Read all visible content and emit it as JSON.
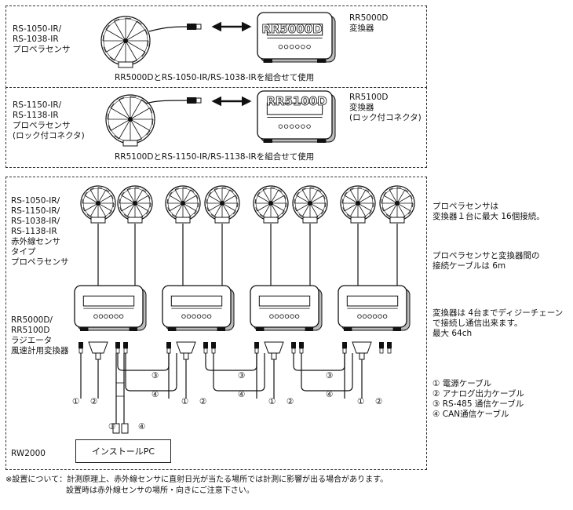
{
  "panel1": {
    "sensor_lines": [
      "RS-1050-IR/",
      "RS-1038-IR",
      "プロペラセンサ"
    ],
    "device_display": "RR5000D",
    "device_lines": [
      "RR5000D",
      "変換器"
    ],
    "caption": "RR5000DとRS-1050-IR/RS-1038-IRを組合せて使用"
  },
  "panel2": {
    "sensor_lines": [
      "RS-1150-IR/",
      "RS-1138-IR",
      "プロペラセンサ",
      "(ロック付コネクタ)"
    ],
    "device_display": "RR5100D",
    "device_lines": [
      "RR5100D",
      "変換器",
      "(ロック付コネクタ)"
    ],
    "caption": "RR5100DとRS-1150-IR/RS-1138-IRを組合せて使用"
  },
  "panel3": {
    "sensor_lines": [
      "RS-1050-IR/",
      "RS-1150-IR/",
      "RS-1038-IR/",
      "RS-1138-IR",
      "赤外線センサ",
      "タイプ",
      "プロペラセンサ"
    ],
    "converter_lines": [
      "RR5000D/",
      "RR5100D",
      "ラジエータ",
      "風速計用変換器"
    ],
    "system_label": "RW2000",
    "pc_label": "インストールPC",
    "cable_labels": [
      "①",
      "②",
      "③",
      "④"
    ]
  },
  "notes": {
    "note1": [
      "プロペラセンサは",
      "変換器１台に最大 16個接続。"
    ],
    "note2": [
      "プロペラセンサと変換器間の",
      "接続ケーブルは 6m"
    ],
    "note3": [
      "変換器は 4台までディジーチェーン",
      "で接続し通信出来ます。",
      "最大 64ch"
    ]
  },
  "legend": [
    "① 電源ケーブル",
    "② アナログ出力ケーブル",
    "③ RS-485 通信ケーブル",
    "④ CAN通信ケーブル"
  ],
  "footnote": [
    "※設置について：計測原理上、赤外線センサに直射日光が当たる場所では計測に影響が出る場合があります。",
    "設置時は赤外線センサの場所・向きにご注意下さい。"
  ]
}
